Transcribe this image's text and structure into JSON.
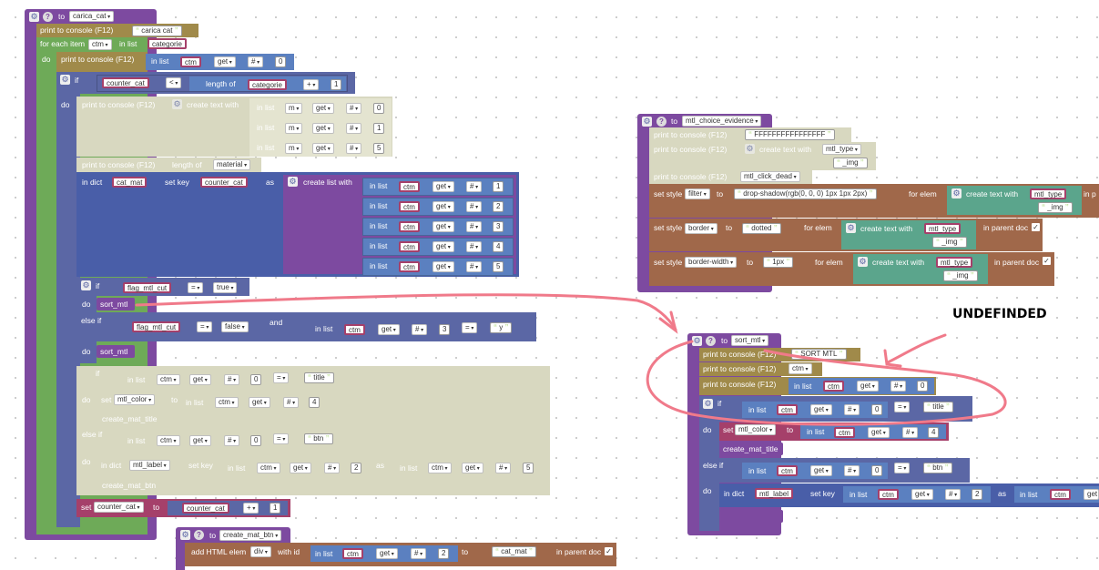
{
  "blocks": {
    "carica_cat": {
      "header_to": "to",
      "name": "carica_cat",
      "print1_label": "print to console (F12)",
      "print1_str": "carica cat",
      "foreach_label": "for each item",
      "foreach_var": "ctm",
      "foreach_in": "in list",
      "foreach_list": "categorie",
      "do": "do",
      "print2_label": "print to console (F12)",
      "inlist": "in list",
      "ctm": "ctm",
      "get": "get",
      "hash": "#",
      "zero": "0",
      "if": "if",
      "counter_cat": "counter_cat",
      "lt": "<",
      "length_of": "length of",
      "categorie": "categorie",
      "plus": "+",
      "one": "1",
      "print3_label": "print to console (F12)",
      "create_text_with": "create text with",
      "m": "m",
      "two": "2",
      "three": "3",
      "four": "4",
      "five": "5",
      "print4_label": "print to console (F12)",
      "length_of2": "length of",
      "material": "material",
      "in_dict": "in dict",
      "cat_mat": "cat_mat",
      "set_key": "set key",
      "as": "as",
      "create_list_with": "create list with",
      "flag_mtl_cut": "flag_mtl_cut",
      "eq": "=",
      "true": "true",
      "false": "false",
      "sort_mtl": "sort_mtl",
      "else_if": "else if",
      "and": "and",
      "y": "y",
      "title": "title",
      "set": "set",
      "mtl_color": "mtl_color",
      "to": "to",
      "create_mat_title": "create_mat_title",
      "btn": "btn",
      "mtl_label": "mtl_label",
      "create_mat_btn": "create_mat_btn",
      "set_counter": "set",
      "counter_cat2": "counter_cat"
    },
    "create_mat_btn": {
      "header_to": "to",
      "name": "create_mat_btn",
      "add_html": "add HTML elem",
      "div": "div",
      "with_id": "with id",
      "in_list": "in list",
      "ctm": "ctm",
      "get": "get",
      "hash": "#",
      "two": "2",
      "to": "to",
      "cat_mat": "cat_mat",
      "in_parent_doc": "in parent doc"
    },
    "mtl_choice_evidence": {
      "header_to": "to",
      "name": "mtl_choice_evidence",
      "print1": "print to console (F12)",
      "fff": "FFFFFFFFFFFFFFFF",
      "print2": "print to console (F12)",
      "create_text_with": "create text with",
      "mtl_type": "mtl_type",
      "img": "_img",
      "print3": "print to console (F12)",
      "mtl_click_dead": "mtl_click_dead",
      "set_style": "set style",
      "filter": "filter",
      "to": "to",
      "drop_shadow": "drop-shadow(rgb(0, 0, 0) 1px 1px 2px)",
      "for_elem": "for elem",
      "in_p": "in p",
      "border": "border",
      "dotted": "dotted",
      "in_parent_doc": "in parent doc",
      "border_width": "border-width",
      "px1": "1px"
    },
    "sort_mtl": {
      "header_to": "to",
      "name": "sort_mtl",
      "print1": "print to console (F12)",
      "sort_str": "SORT MTL",
      "print2": "print to console (F12)",
      "ctm": "ctm",
      "print3": "print to console (F12)",
      "in_list": "in list",
      "get": "get",
      "hash": "#",
      "zero": "0",
      "if": "if",
      "eq": "=",
      "title": "title",
      "do": "do",
      "set": "set",
      "mtl_color": "mtl_color",
      "to": "to",
      "four": "4",
      "create_mat_title": "create_mat_title",
      "else_if": "else if",
      "btn": "btn",
      "in_dict": "in dict",
      "mtl_label": "mtl_label",
      "set_key": "set key",
      "two": "2",
      "as": "as"
    }
  },
  "annotation": {
    "text": "UNDEFINDED",
    "stroke_color": "#f07a8a"
  },
  "colors": {
    "procedure": "#7d4aa0",
    "text": "#a08a4a",
    "loop": "#6eaa58",
    "logic": "#5b67a5",
    "list": "#5b80c0",
    "dict": "#5ba58c",
    "variable": "#a5406a",
    "dom": "#a0684a"
  }
}
